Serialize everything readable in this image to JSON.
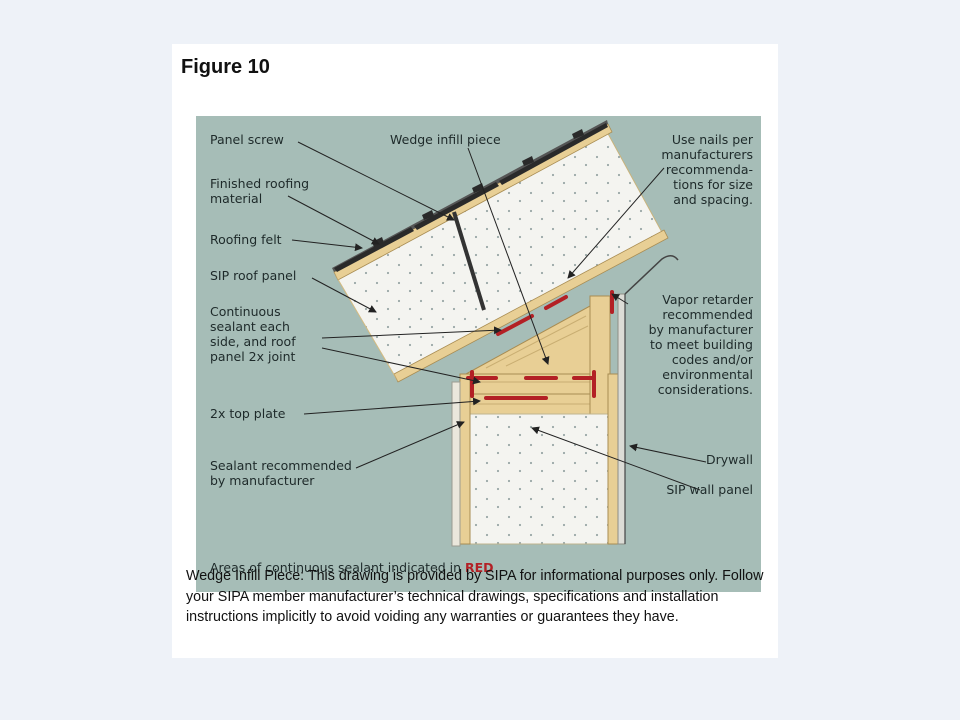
{
  "figure_title": "Figure 10",
  "labels": {
    "panel_screw": "Panel screw",
    "finished_roofing": "Finished roofing\nmaterial",
    "roofing_felt": "Roofing felt",
    "sip_roof_panel": "SIP roof panel",
    "continuous_sealant": "Continuous\nsealant each\nside, and roof\npanel 2x joint",
    "top_plate": "2x top plate",
    "sealant_recommended": "Sealant recommended\nby manufacturer",
    "wedge_infill": "Wedge infill piece",
    "use_nails": "Use nails per\nmanufacturers\nrecommenda-\ntions for size\nand spacing.",
    "vapor_retarder": "Vapor retarder\nrecommended\nby manufacturer\nto meet building\ncodes and/or\nenvironmental\nconsiderations.",
    "drywall": "Drywall",
    "sip_wall_panel": "SIP wall panel"
  },
  "legend": {
    "prefix": "Areas of continuous sealant indicated in ",
    "highlight": "RED"
  },
  "caption": "Wedge Infill Piece: This drawing is provided by SIPA for informational purposes only. Follow your SIPA member manufacturer’s technical drawings, specifications and installation instructions implicitly to avoid voiding any warranties or guarantees they have.",
  "colors": {
    "background": "#a6bdb7",
    "sealant": "#b32025",
    "lumber": "#e8cf95",
    "foam": "#f4f4f0"
  }
}
